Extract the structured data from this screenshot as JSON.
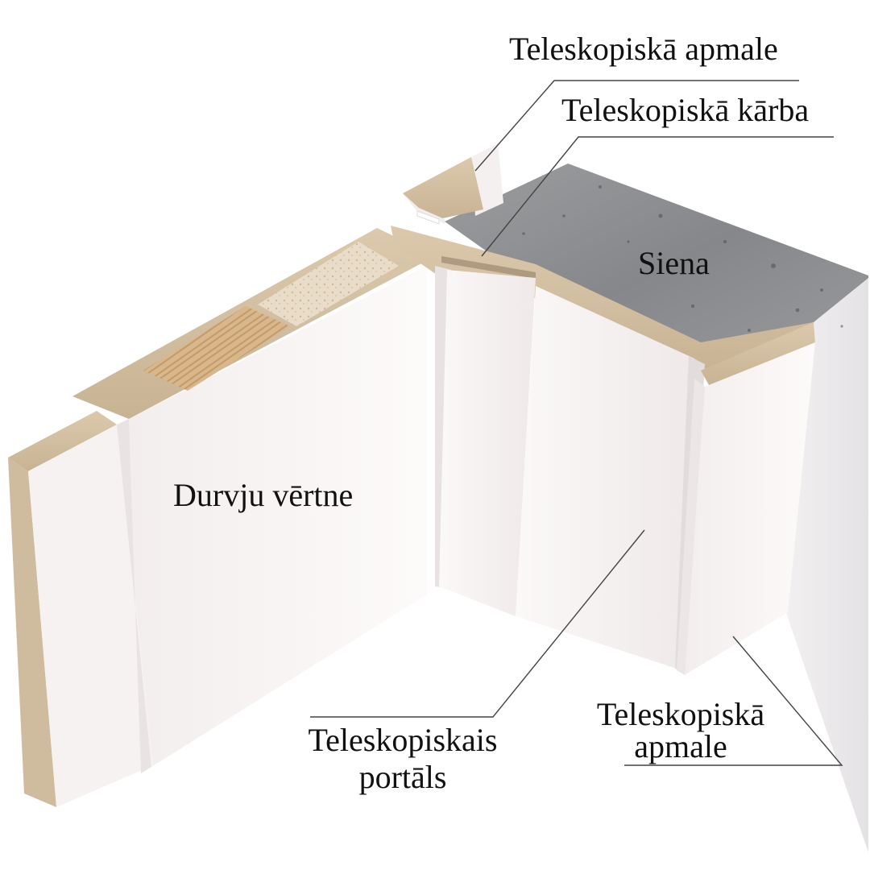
{
  "labels": {
    "top_casing": "Teleskopiskā apmale",
    "top_frame": "Teleskopiskā kārba",
    "wall": "Siena",
    "door_leaf": "Durvju vērtne",
    "portal_line1": "Teleskopiskais",
    "portal_line2": "portāls",
    "bottom_casing_line1": "Teleskopiskā",
    "bottom_casing_line2": "apmale"
  },
  "colors": {
    "background": "#ffffff",
    "white_surface": "#fbf7f7",
    "mdf_edge": "#d2bfa2",
    "pine_core": "#d8b488",
    "concrete": "#8a8c8e",
    "leader_line": "#444444",
    "text": "#111111"
  }
}
